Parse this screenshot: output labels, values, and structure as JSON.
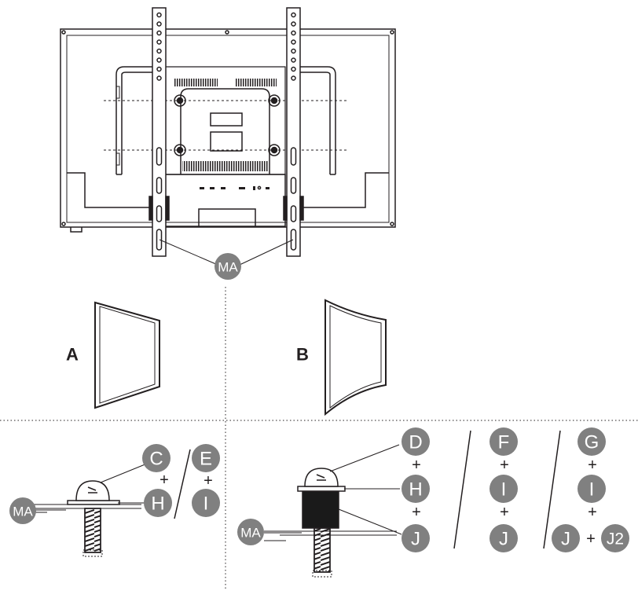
{
  "colors": {
    "line": "#231f20",
    "badge": "#808080",
    "screw_dark": "#1a1a1a"
  },
  "tv_mount": {
    "mount_label": "MA"
  },
  "variants": {
    "flat_label": "A",
    "curved_label": "B"
  },
  "hardware_flat": {
    "screw_label": "C",
    "washer_label": "H",
    "mount_label": "MA",
    "alt_screw_label": "E",
    "alt_washer_label": "I",
    "plus": "+"
  },
  "hardware_curved": {
    "screw_label": "D",
    "washer_label": "H",
    "spacer_label": "J",
    "mount_label": "MA",
    "alt1": {
      "screw": "F",
      "washer": "I",
      "spacer": "J"
    },
    "alt2": {
      "screw": "G",
      "washer": "I",
      "spacer": "J",
      "extra_spacer": "J2"
    },
    "plus": "+"
  }
}
